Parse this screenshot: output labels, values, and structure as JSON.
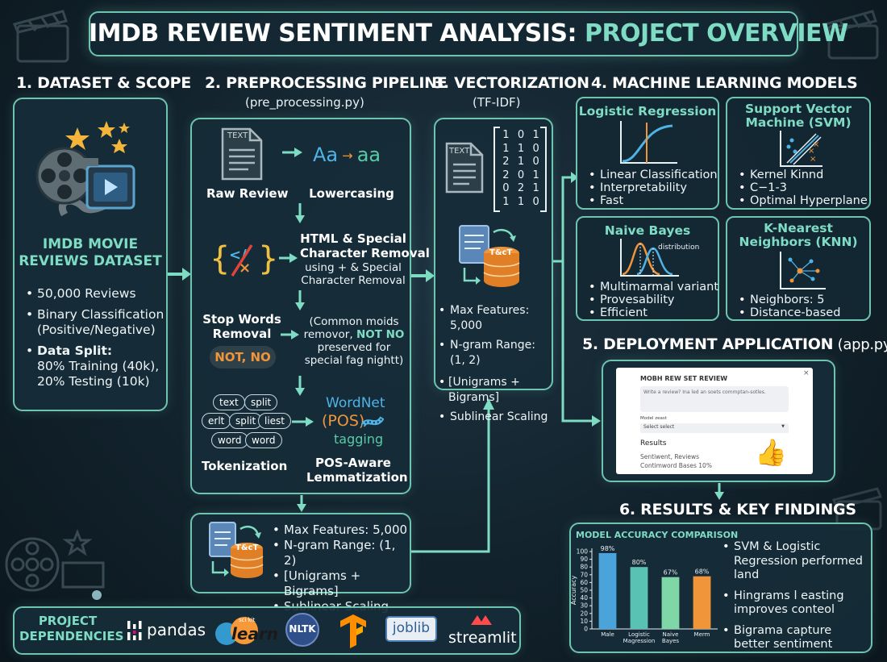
{
  "header": {
    "title_main": "IMDB REVIEW SENTIMENT ANALYSIS: ",
    "title_accent": "PROJECT OVERVIEW"
  },
  "dataset": {
    "section_title": "1. DATASET & SCOPE",
    "name_line1": "IMDB MOVIE",
    "name_line2": "REVIEWS DATASET",
    "bullet1": "50,000 Reviews",
    "bullet2": "Binary Classification (Positive/Negative)",
    "split_label": "Data Split:",
    "split_line1": "80% Training (40k),",
    "split_line2": "20% Testing (10k)"
  },
  "preprocessing": {
    "section_title": "2. PREPROCESSING PIPELINE",
    "file": "(pre_processing.py)",
    "doc_icon_text": "TEXT",
    "raw_review": "Raw Review",
    "lower_example_a": "Aa",
    "lower_example_b": "aa",
    "lowercasing": "Lowercasing",
    "html_title_line1": "HTML & Special",
    "html_title_line2": "Character Removal",
    "html_desc_line1": "using + & Special",
    "html_desc_line2": "Character Removal",
    "stop_title_line1": "Stop Words",
    "stop_title_line2": "Removal",
    "stop_badge": "NOT, NO",
    "stop_desc_line1": "(Common moids",
    "stop_desc_line2a": "removor, ",
    "stop_desc_line2b": "NOT NO",
    "stop_desc_line3": "preserved for",
    "stop_desc_line4": "special fag nightt)",
    "tokens": [
      "text",
      "split",
      "erlt",
      "split",
      "liest",
      "word",
      "word"
    ],
    "tokenization": "Tokenization",
    "wordnet": "WordNet",
    "pos": "(POS)",
    "tagging": "tagging",
    "lemma_line1": "POS-Aware",
    "lemma_line2": "Lemmatization",
    "summary_bullets": [
      "Max Features: 5,000",
      "N-gram Range: (1, 2)",
      "[Unigrams + Bigrams]",
      "Sublinear Scaling"
    ],
    "db_label": "T&cT"
  },
  "vectorization": {
    "section_title": "3. VECTORIZATION",
    "subtitle": "(TF-IDF)",
    "doc_icon_text": "TEXT",
    "matrix": [
      [
        "1",
        "0",
        "1"
      ],
      [
        "1",
        "1",
        "0"
      ],
      [
        "2",
        "1",
        "0"
      ],
      [
        "2",
        "0",
        "1"
      ],
      [
        "0",
        "2",
        "1"
      ],
      [
        "1",
        "1",
        "0"
      ]
    ],
    "db_label": "T&cT",
    "bullet1": "Max Features: 5,000",
    "bullet2": "N-gram Range: (1, 2)",
    "bullet2b": "[Unigrams + Bigrams]",
    "bullet3": "Sublinear Scaling"
  },
  "models": {
    "section_title": "4. MACHINE LEARNING MODELS",
    "lr_title": "Logistic Regression",
    "lr_bullets": [
      "Linear Classification",
      "Interpretability",
      "Fast"
    ],
    "svm_title_line1": "Support Vector",
    "svm_title_line2": "Machine (SVM)",
    "svm_bullets": [
      "Kernel Kinnd",
      "C−1-3",
      "Optimal Hyperplane"
    ],
    "nb_title": "Naive Bayes",
    "nb_curve_label": "distribution",
    "nb_bullets": [
      "Multimarmal variant",
      "Provesability",
      "Efficient"
    ],
    "knn_title_line1": "K-Nearest",
    "knn_title_line2": "Neighbors (KNN)",
    "knn_bullets": [
      "Neighbors: 5",
      "Distance-based"
    ]
  },
  "deployment": {
    "section_title": "5. DEPLOYMENT APPLICATION",
    "file": " (app.py)",
    "app_title": "MOBH REW SET REVIEW",
    "close": "×",
    "textarea_placeholder": "Write a review? Ina led an soets commptan-sotles.",
    "select_label": "Model zeast",
    "select_value": "Select select",
    "results_heading": "Results",
    "result_line1": "Sentiwent, Reviews",
    "result_line2": "Contimword Bases 10%",
    "thumb": "👍"
  },
  "results": {
    "section_title": "6. RESULTS & KEY FINDINGS",
    "findings": [
      "SVM & Logistic Regression performed land",
      "Hingrams l easting improves conteol",
      "Bigrama capture better sentiment"
    ]
  },
  "dependencies": {
    "label_line1": "PROJECT",
    "label_line2": "DEPENDENCIES",
    "pandas": "pandas",
    "sklearn_small": "sci kit",
    "sklearn_big": "learn",
    "nltk": "NLTK",
    "joblib": "joblib",
    "streamlit": "streamlit"
  },
  "colors": {
    "accent": "#7fdcc4",
    "border": "#6fc4b0",
    "orange": "#f0953a",
    "blue": "#4aa3d9"
  },
  "chart_data": {
    "type": "bar",
    "title": "MODEL ACCURACY COMPARISON",
    "ylabel": "Accuracy",
    "ylim": [
      0,
      100
    ],
    "yticks": [
      0,
      10,
      20,
      30,
      40,
      50,
      60,
      70,
      80,
      90,
      100
    ],
    "categories": [
      "Male",
      "Logistic Magression",
      "Naive Bayes",
      "Merm"
    ],
    "values": [
      98,
      80,
      67,
      68
    ],
    "value_labels": [
      "98%",
      "80%",
      "67%",
      "68%"
    ],
    "colors": [
      "#4aa3d9",
      "#59c2b3",
      "#7fd7a8",
      "#f0953a"
    ],
    "grid": false
  }
}
